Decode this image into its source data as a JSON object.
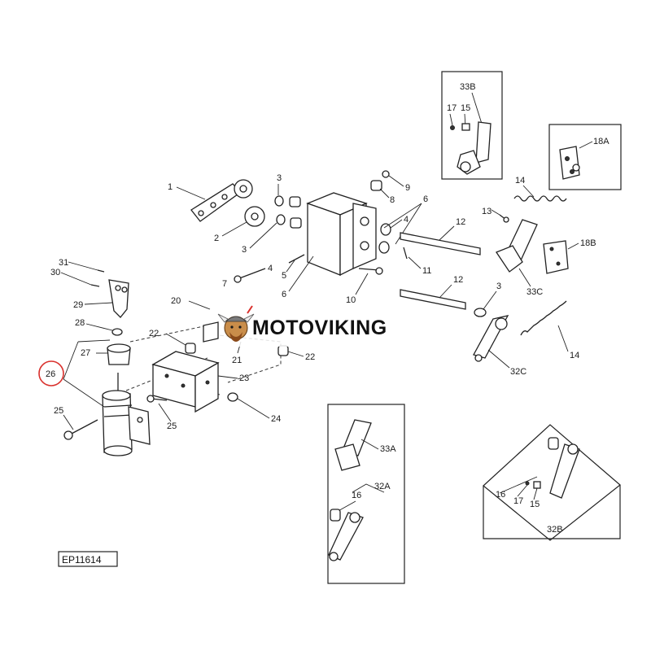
{
  "diagram": {
    "figure_code": "EP11614",
    "highlight_color": "#d9302c",
    "watermark": {
      "text": "MOTOVIKING",
      "logo": "viking-mascot-icon"
    },
    "callouts": {
      "c1": "1",
      "c2": "2",
      "c3a": "3",
      "c3b": "3",
      "c3c": "3",
      "c4a": "4",
      "c4b": "4",
      "c5": "5",
      "c6a": "6",
      "c6b": "6",
      "c7": "7",
      "c8": "8",
      "c9": "9",
      "c10": "10",
      "c11": "11",
      "c12a": "12",
      "c12b": "12",
      "c13": "13",
      "c14a": "14",
      "c14b": "14",
      "c18a": "18A",
      "c18b": "18B",
      "c20": "20",
      "c21": "21",
      "c22a": "22",
      "c22b": "22",
      "c23": "23",
      "c24": "24",
      "c25a": "25",
      "c25b": "25",
      "c26": "26",
      "c27": "27",
      "c28": "28",
      "c29": "29",
      "c30": "30",
      "c31": "31",
      "c32c": "32C",
      "c33c": "33C",
      "b33b_title": "33B",
      "b33b_17": "17",
      "b33b_15": "15",
      "b33a_title": "33A",
      "b32a_title": "32A",
      "b32a_16": "16",
      "b32b_title": "32B",
      "b32b_16": "16",
      "b32b_17": "17",
      "b32b_15": "15"
    }
  }
}
